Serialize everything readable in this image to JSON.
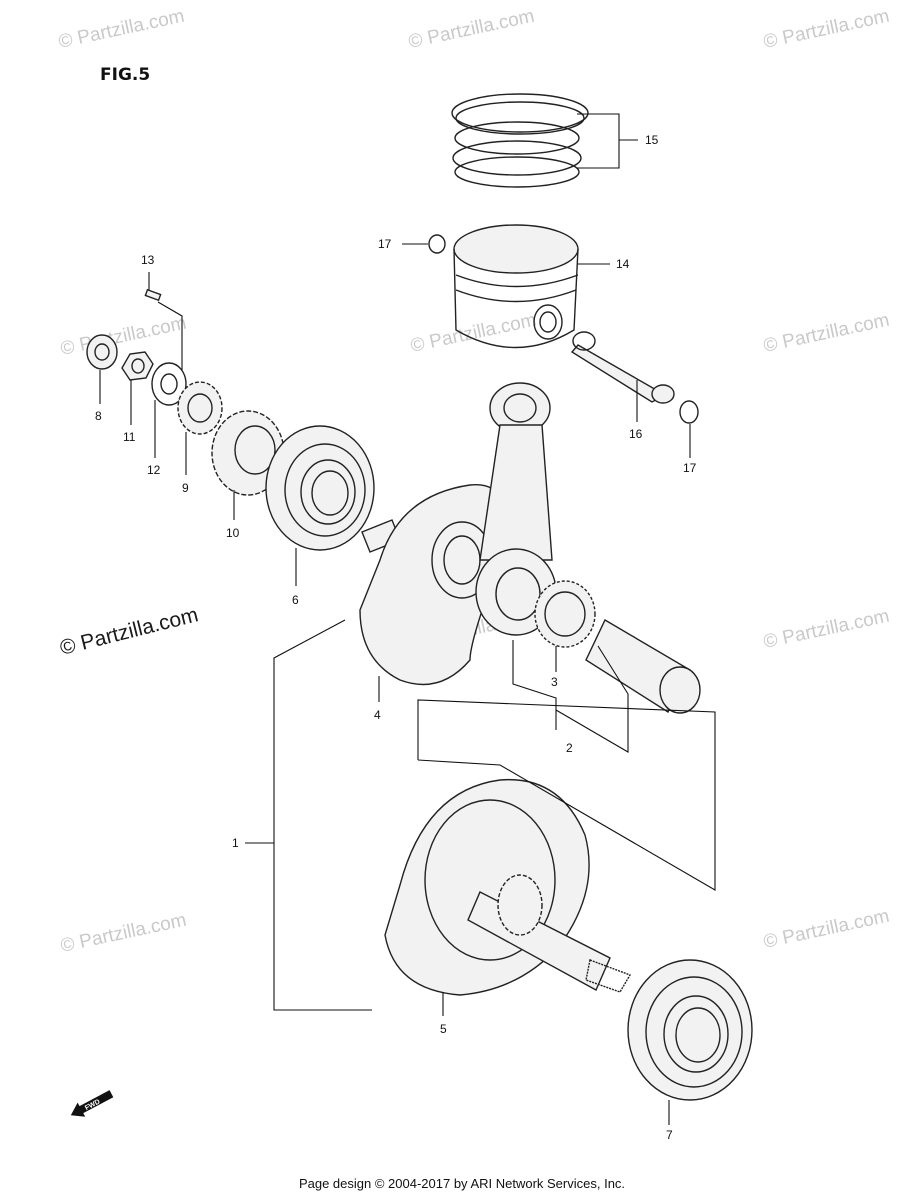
{
  "figure": {
    "title": "FIG.5"
  },
  "callouts": [
    "1",
    "2",
    "3",
    "4",
    "5",
    "6",
    "7",
    "8",
    "9",
    "10",
    "11",
    "12",
    "13",
    "14",
    "15",
    "16",
    "17",
    "17"
  ],
  "watermarks": {
    "small": "© Partzilla.com",
    "large": "© Partzilla.com"
  },
  "fwd_marker": {
    "icon": "fwd-arrow-icon",
    "text": "FWD"
  },
  "footer": {
    "text": "Page design © 2004-2017 by ARI Network Services, Inc."
  }
}
